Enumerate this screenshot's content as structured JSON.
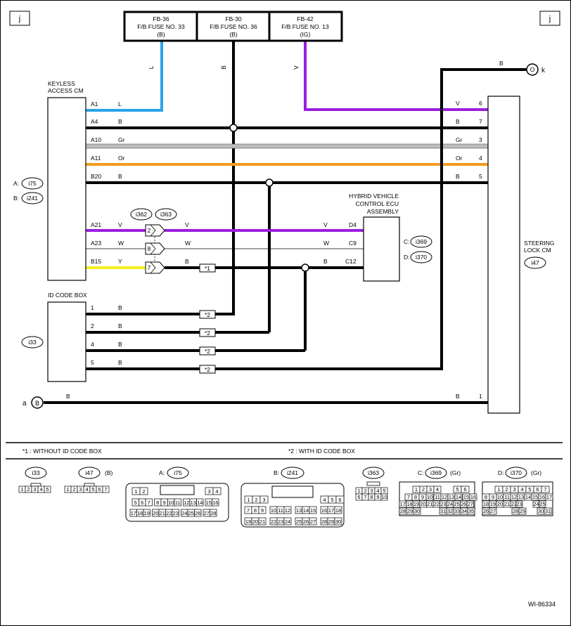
{
  "corner_marks": {
    "left": "j",
    "right": "j"
  },
  "fuses": [
    {
      "id": "FB-36",
      "name": "F/B FUSE NO. 33",
      "wire": "(B)"
    },
    {
      "id": "FB-30",
      "name": "F/B FUSE NO. 36",
      "wire": "(B)"
    },
    {
      "id": "FB-42",
      "name": "F/B FUSE NO. 13",
      "wire": "(IG)"
    }
  ],
  "colors": {
    "L": "#2aa3e8",
    "B": "#000000",
    "V": "#9a1ee0",
    "Gr": "#bdbdbd",
    "Or": "#f39a1e",
    "Y": "#f7ef1f",
    "W": "#ffffff"
  },
  "fuse_wire_labels": {
    "fuse1": "L",
    "fuse2": "B",
    "fuse3": "V"
  },
  "keyless": {
    "title_line1": "KEYLESS",
    "title_line2": "ACCESS CM",
    "connA_prefix": "A:",
    "connA": "i75",
    "connB_prefix": "B:",
    "connB": "i241",
    "pins": [
      {
        "pin": "A1",
        "color": "L"
      },
      {
        "pin": "A4",
        "color": "B"
      },
      {
        "pin": "A10",
        "color": "Gr"
      },
      {
        "pin": "A11",
        "color": "Or"
      },
      {
        "pin": "B20",
        "color": "B"
      },
      {
        "pin": "A21",
        "color": "V"
      },
      {
        "pin": "A23",
        "color": "W"
      },
      {
        "pin": "B15",
        "color": "Y"
      }
    ]
  },
  "steering": {
    "title_line1": "STEERING",
    "title_line2": "LOCK CM",
    "conn": "i47",
    "pins": [
      {
        "color": "V",
        "pin": "6"
      },
      {
        "color": "B",
        "pin": "7"
      },
      {
        "color": "Gr",
        "pin": "3"
      },
      {
        "color": "Or",
        "pin": "4"
      },
      {
        "color": "B",
        "pin": "5"
      },
      {
        "color": "B",
        "pin": "1"
      }
    ]
  },
  "off_page": {
    "k_label": "k",
    "k_wire": "B",
    "a_label": "a",
    "a_symbol": "B",
    "a_wire": "B"
  },
  "hybrid": {
    "title_line1": "HYBRID VEHICLE",
    "title_line2": "CONTROL ECU",
    "title_line3": "ASSEMBLY",
    "connC_prefix": "C:",
    "connC": "i369",
    "connD_prefix": "D:",
    "connD": "i370",
    "pins": [
      {
        "color": "V",
        "pin": "D4"
      },
      {
        "color": "W",
        "pin": "C9"
      },
      {
        "color": "B",
        "pin": "C12"
      }
    ]
  },
  "joint": {
    "conn1": "i362",
    "conn2": "i363",
    "pins": [
      "2",
      "8",
      "7"
    ],
    "out_colors": [
      "V",
      "W",
      "B"
    ]
  },
  "idcode": {
    "title": "ID CODE BOX",
    "conn": "i33",
    "pins": [
      {
        "pin": "1",
        "color": "B"
      },
      {
        "pin": "2",
        "color": "B"
      },
      {
        "pin": "4",
        "color": "B"
      },
      {
        "pin": "5",
        "color": "B"
      }
    ]
  },
  "notes": {
    "tag1": "*1",
    "tag2": "*2",
    "note1": "*1  : WITHOUT ID CODE BOX",
    "note2": "*2  : WITH ID CODE BOX"
  },
  "connectors": {
    "c_i33": {
      "label": "i33",
      "rows": [
        [
          "1",
          "2",
          "3",
          "4",
          "5"
        ]
      ]
    },
    "c_i47": {
      "label": "i47",
      "suffix": "(B)",
      "rows": [
        [
          "1",
          "2",
          "3",
          "4",
          "5",
          "6",
          "7"
        ]
      ]
    },
    "c_i75": {
      "prefix": "A:",
      "label": "i75",
      "r1": [
        "1",
        "2",
        "3",
        "4"
      ],
      "r2": [
        "5",
        "6",
        "7",
        "8",
        "9",
        "10",
        "11",
        "12",
        "13",
        "14",
        "15",
        "16"
      ],
      "r3": [
        "17",
        "18",
        "19",
        "20",
        "21",
        "22",
        "23",
        "24",
        "25",
        "26",
        "27",
        "28"
      ]
    },
    "c_i241": {
      "prefix": "B:",
      "label": "i241",
      "r1": [
        "1",
        "2",
        "3",
        "4",
        "5",
        "6"
      ],
      "r2": [
        "7",
        "8",
        "9",
        "10",
        "11",
        "12",
        "13",
        "14",
        "15",
        "16",
        "17",
        "18"
      ],
      "r3": [
        "19",
        "20",
        "21",
        "22",
        "23",
        "24",
        "25",
        "26",
        "27",
        "28",
        "29",
        "30"
      ]
    },
    "c_i363": {
      "label": "i363",
      "rows": [
        [
          "1",
          "2",
          "3",
          "4",
          "5"
        ],
        [
          "6",
          "7",
          "8",
          "9",
          "10"
        ]
      ]
    },
    "c_i369": {
      "prefix": "C:",
      "label": "i369",
      "suffix": "(Gr)",
      "r1": [
        "1",
        "2",
        "3",
        "4",
        "5",
        "6"
      ],
      "r2": [
        "7",
        "8",
        "9",
        "10",
        "11",
        "12",
        "13",
        "14",
        "15",
        "16"
      ],
      "r3": [
        "17",
        "18",
        "19",
        "20",
        "21",
        "22",
        "23",
        "24",
        "25",
        "26",
        "27"
      ],
      "r4": [
        "28",
        "29",
        "30",
        "31",
        "32",
        "33",
        "34",
        "35"
      ]
    },
    "c_i370": {
      "prefix": "D:",
      "label": "i370",
      "suffix": "(Gr)",
      "r1": [
        "1",
        "2",
        "3",
        "4",
        "5",
        "6",
        "7"
      ],
      "r2": [
        "8",
        "9",
        "10",
        "11",
        "12",
        "13",
        "14",
        "15",
        "16",
        "17"
      ],
      "r3": [
        "18",
        "19",
        "20",
        "21",
        "22",
        "23",
        "24",
        "25"
      ],
      "r4": [
        "26",
        "27",
        "28",
        "29",
        "30",
        "31"
      ]
    }
  },
  "doc_id": "WI-86334"
}
